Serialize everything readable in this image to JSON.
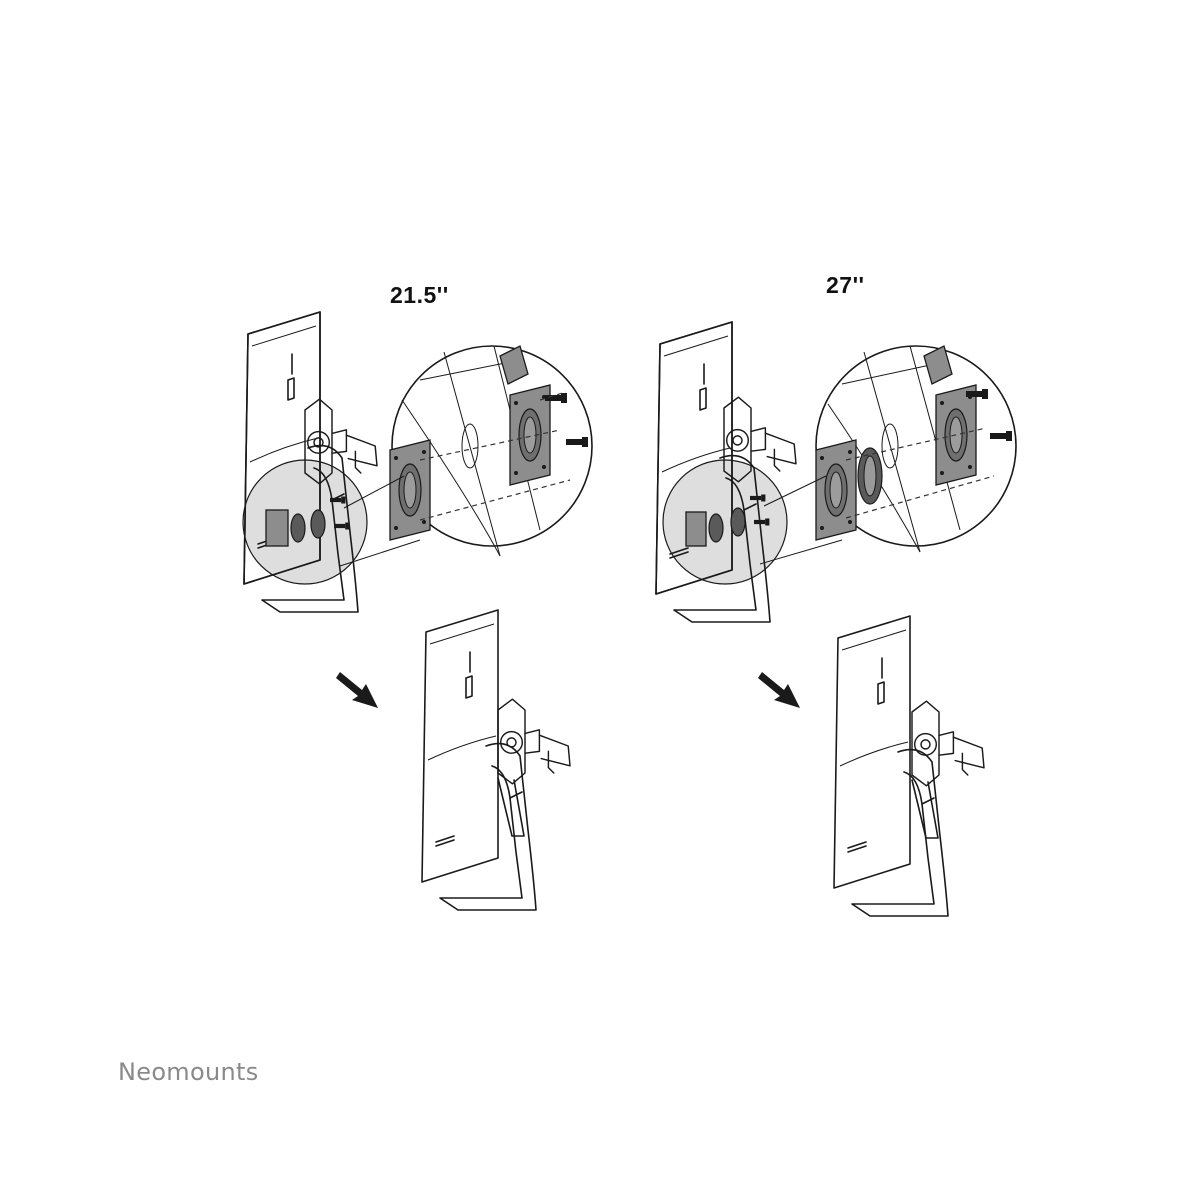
{
  "labels": {
    "small_screen": "21.5''",
    "large_screen": "27''"
  },
  "brand": "Neomounts",
  "colors": {
    "line": "#1a1a1a",
    "plate": "#8d8d8d",
    "brand_text": "#8a8a8a"
  }
}
